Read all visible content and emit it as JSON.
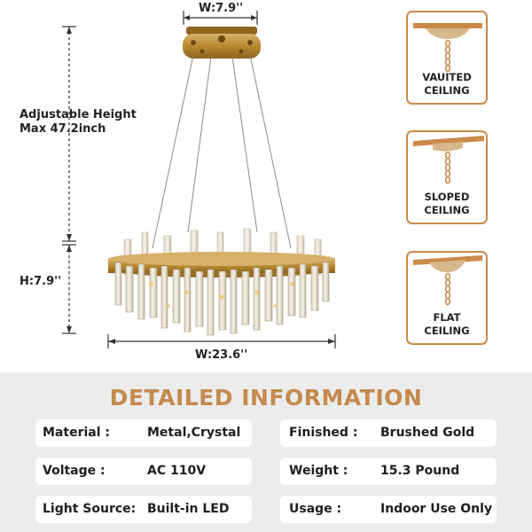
{
  "dimensions": {
    "top_width": "W:7.9''",
    "adjustable_height_line1": "Adjustable Height",
    "adjustable_height_line2": "Max 47.2inch",
    "height": "H:7.9''",
    "bottom_width": "W:23.6''"
  },
  "mount_options": [
    {
      "line1": "VAUITED",
      "line2": "CEILING"
    },
    {
      "line1": "SLOPED",
      "line2": "CEILING"
    },
    {
      "line1": "FLAT",
      "line2": "CEILING"
    }
  ],
  "info": {
    "title": "DETAILED INFORMATION",
    "rows": [
      {
        "label": "Material :",
        "value": "Metal,Crystal"
      },
      {
        "label": "Finished :",
        "value": "Brushed Gold"
      },
      {
        "label": "Voltage :",
        "value": "AC 110V"
      },
      {
        "label": "Weight :",
        "value": "15.3 Pound"
      },
      {
        "label": "Light Source:",
        "value": "Built-in LED"
      },
      {
        "label": "Usage :",
        "value": "Indoor Use Only"
      }
    ]
  },
  "colors": {
    "accent": "#c48a4f",
    "gold": "#b8892e",
    "panel": "#ececec"
  }
}
